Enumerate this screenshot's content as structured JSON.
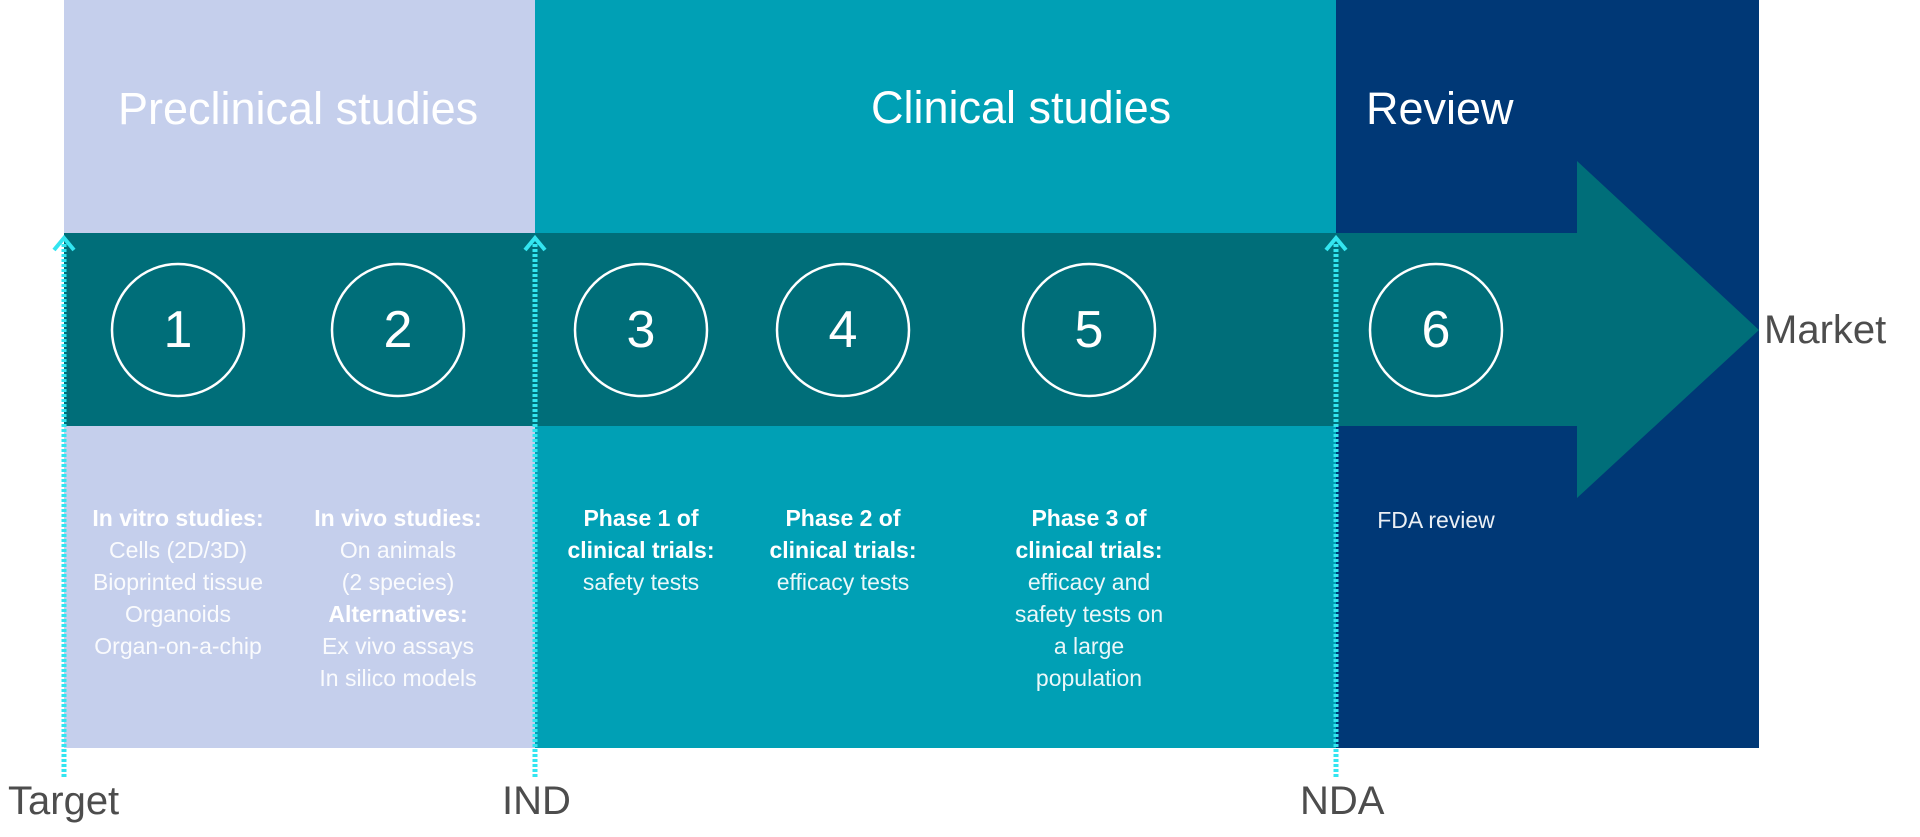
{
  "colors": {
    "preclinical_bg": "#c5cfec",
    "clinical_bg": "#00a0b5",
    "review_bg": "#003876",
    "arrow": "#006e79",
    "marker": "#33e5f0",
    "milestone_text": "#4d4d4d"
  },
  "phases": {
    "preclinical": "Preclinical studies",
    "clinical": "Clinical studies",
    "review": "Review"
  },
  "steps": [
    "1",
    "2",
    "3",
    "4",
    "5",
    "6"
  ],
  "descriptions": {
    "step1": {
      "heading": "In vitro studies:",
      "lines": [
        "Cells (2D/3D)",
        "Bioprinted tissue",
        "Organoids",
        "Organ-on-a-chip"
      ]
    },
    "step2": {
      "heading": "In vivo studies:",
      "lines": [
        "On animals",
        "(2 species)"
      ],
      "heading2": "Alternatives:",
      "lines2": [
        "Ex vivo assays",
        "In silico models"
      ]
    },
    "step3": {
      "heading": [
        "Phase 1 of",
        "clinical trials:"
      ],
      "lines": [
        "safety tests"
      ]
    },
    "step4": {
      "heading": [
        "Phase 2 of",
        "clinical trials:"
      ],
      "lines": [
        "efficacy tests"
      ]
    },
    "step5": {
      "heading": [
        "Phase 3 of",
        "clinical trials:"
      ],
      "lines": [
        "efficacy and",
        "safety tests on",
        "a large",
        "population"
      ]
    },
    "step6": {
      "heading": "FDA review"
    }
  },
  "milestones": {
    "target": "Target",
    "ind": "IND",
    "nda": "NDA",
    "market": "Market"
  }
}
